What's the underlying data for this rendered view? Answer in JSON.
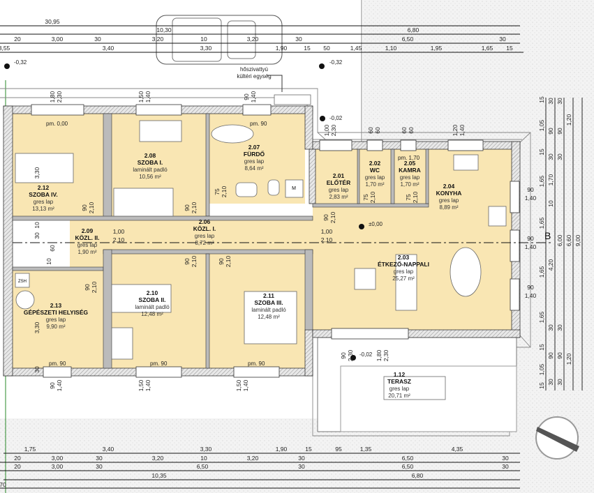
{
  "rooms": [
    {
      "id": "2.12",
      "name": "SZOBA IV.",
      "floor": "gres lap",
      "area": "13,13 m²"
    },
    {
      "id": "2.08",
      "name": "SZOBA I.",
      "floor": "laminált padló",
      "area": "10,56 m²"
    },
    {
      "id": "2.07",
      "name": "FÜRDŐ",
      "floor": "gres lap",
      "area": "8,64 m²"
    },
    {
      "id": "2.09",
      "name": "KÖZL. II.",
      "floor": "gres lap",
      "area": "1,90 m²"
    },
    {
      "id": "2.06",
      "name": "KÖZL. I.",
      "floor": "gres lap",
      "area": "8,72 m²"
    },
    {
      "id": "2.01",
      "name": "ELŐTÉR",
      "floor": "gres lap",
      "area": "2,83 m²"
    },
    {
      "id": "2.02",
      "name": "WC",
      "floor": "gres lap",
      "area": "1,70 m²"
    },
    {
      "id": "2.05",
      "name": "KAMRA",
      "floor": "gres lap",
      "area": "1,70 m²"
    },
    {
      "id": "2.04",
      "name": "KONYHA",
      "floor": "gres lap",
      "area": "8,89 m²"
    },
    {
      "id": "2.03",
      "name": "ÉTKEZŐ-NAPPALI",
      "floor": "gres lap",
      "area": "25,27 m²"
    },
    {
      "id": "2.13",
      "name": "GÉPÉSZETI HELYISÉG",
      "floor": "gres lap",
      "area": "9,90 m²"
    },
    {
      "id": "2.10",
      "name": "SZOBA II.",
      "floor": "laminált padló",
      "area": "12,48 m²"
    },
    {
      "id": "2.11",
      "name": "SZOBA III.",
      "floor": "laminált padló",
      "area": "12,48 m²"
    },
    {
      "id": "1.12",
      "name": "TERASZ",
      "floor": "gres lap",
      "area": "20,71 m²"
    }
  ],
  "levels": {
    "pm_000": "pm. 0,00",
    "pm_90": "pm. 90",
    "pm_170": "pm. 1,70",
    "floor_zero": "±0,00",
    "entrance": "-0,02",
    "terrace": "-0,02",
    "outside_left": "-0,32",
    "outside_right": "-0,32"
  },
  "annotation": {
    "heat_pump_line1": "hőszivattyú",
    "heat_pump_line2": "kültéri egység"
  },
  "section_marker": "B",
  "appliances": {
    "washer": "M",
    "boiler": "ZSH"
  },
  "dimensions": {
    "top": [
      [
        "30,95"
      ],
      [
        "10,30",
        "6,80"
      ],
      [
        "20",
        "3,00",
        "30",
        "3,20",
        "10",
        "3,20",
        "30",
        "6,50",
        "30"
      ],
      [
        "3,55",
        "3,40",
        "3,30",
        "1,90",
        "15",
        "50",
        "1,45",
        "1,10",
        "1,95",
        "1,65",
        "15"
      ]
    ],
    "bottom": [
      [
        "1,75",
        "3,40",
        "3,30",
        "1,90",
        "15",
        "95",
        "1,35",
        "4,35"
      ],
      [
        "20",
        "3,00",
        "30",
        "3,20",
        "10",
        "3,20",
        "30",
        "6,50",
        "30"
      ],
      [
        "20",
        "3,00",
        "30",
        "6,50",
        "30",
        "6,50",
        "30"
      ],
      [
        "10,35",
        "6,80"
      ],
      [
        "70"
      ]
    ],
    "right": [
      [
        "15",
        "1,05",
        "15",
        "1,65",
        "1,65",
        "1,65",
        "1,65",
        "15",
        "1,05",
        "15"
      ],
      [
        "30",
        "90",
        "30",
        "1,70",
        "10",
        "4,20",
        "30",
        "90",
        "30"
      ],
      [
        "30",
        "90",
        "30",
        "6,00",
        "30",
        "90",
        "30"
      ],
      [
        "1,20",
        "6,60",
        "1,20"
      ],
      [
        "9,00"
      ]
    ]
  },
  "openings": [
    [
      "1,80",
      "2,30"
    ],
    [
      "1,50",
      "1,40"
    ],
    [
      "90",
      "1,40"
    ],
    [
      "1,00",
      "2,30"
    ],
    [
      "60",
      "60"
    ],
    [
      "60",
      "60"
    ],
    [
      "1,20",
      "1,40"
    ],
    [
      "90",
      "2,10"
    ],
    [
      "90",
      "2,10"
    ],
    [
      "75",
      "2,10"
    ],
    [
      "75",
      "2,10"
    ],
    [
      "75",
      "2,10"
    ],
    [
      "90",
      "2,10"
    ],
    [
      "90",
      "2,10"
    ],
    [
      "90",
      "2,10"
    ],
    [
      "90",
      "2,10"
    ],
    [
      "1,00",
      "2,10"
    ],
    [
      "1,00",
      "2,10"
    ],
    [
      "90",
      "1,40"
    ],
    [
      "90",
      "1,40"
    ],
    [
      "90",
      "1,40"
    ],
    [
      "90",
      "1,40"
    ],
    [
      "1,50",
      "1,40"
    ],
    [
      "1,50",
      "1,40"
    ],
    [
      "90",
      "2,30"
    ],
    [
      "1,80",
      "2,30"
    ],
    [
      "30"
    ],
    [
      "10"
    ],
    [
      "3,30"
    ],
    [
      "60"
    ],
    [
      "10"
    ],
    [
      "3,30"
    ],
    [
      "30"
    ]
  ]
}
